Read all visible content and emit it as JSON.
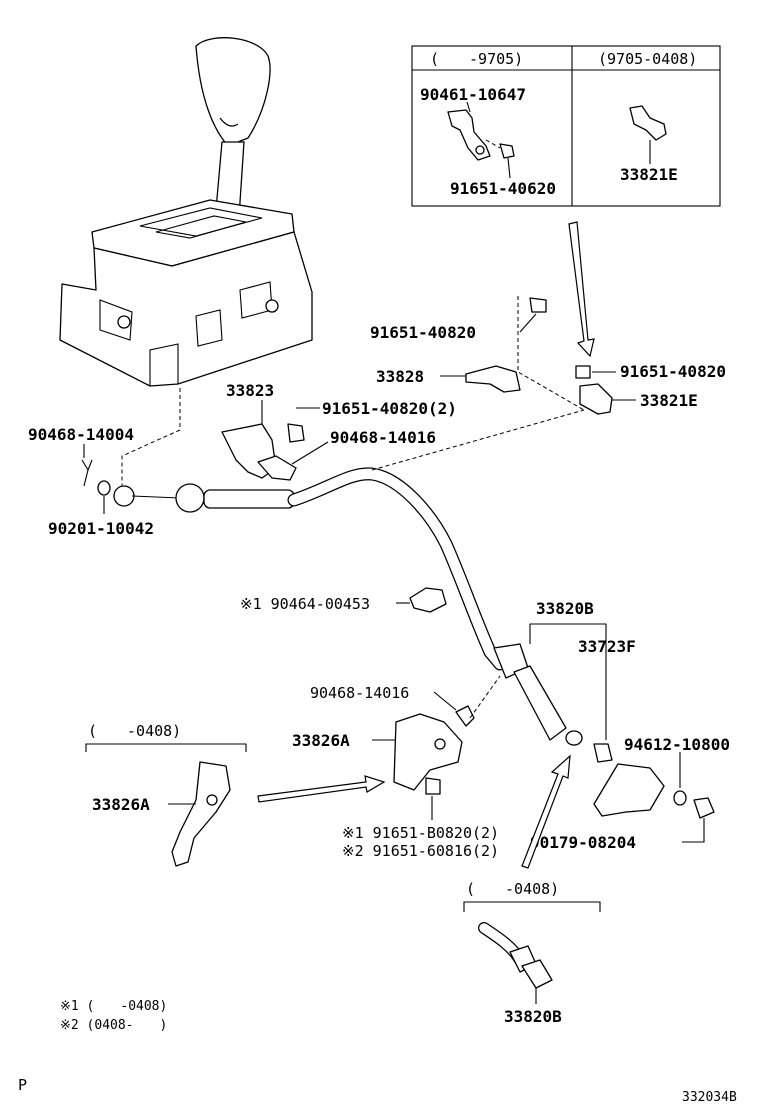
{
  "inset": {
    "col1_header": "(　　-9705)",
    "col2_header": "(9705-0408)",
    "part_a": "90461-10647",
    "part_b": "91651-40620",
    "part_c": "33821E"
  },
  "labels": {
    "p33823": "33823",
    "p91651_40820_2": "91651-40820(2)",
    "p90468_14016_a": "90468-14016",
    "p90468_14004": "90468-14004",
    "p90201_10042": "90201-10042",
    "p91651_40820_a": "91651-40820",
    "p33828": "33828",
    "p91651_40820_b": "91651-40820",
    "p33821E": "33821E",
    "p90464_00453": "※1 90464-00453",
    "p33820B_a": "33820B",
    "p33723F": "33723F",
    "p90468_14016_b": "90468-14016",
    "p33826A_a": "33826A",
    "p94612_10800": "94612-10800",
    "p33826A_b": "33826A",
    "p91651_B0820": "※1 91651-B0820(2)",
    "p91651_60816": "※2 91651-60816(2)",
    "p90179_08204": "90179-08204",
    "p33820B_b": "33820B",
    "range_0408_a": "(　　-0408)",
    "range_0408_b": "(　　-0408)"
  },
  "notes": {
    "n1": "※1 (　　-0408)",
    "n2": "※2 (0408-　　)"
  },
  "footer": {
    "left": "P",
    "right": "332034B"
  }
}
